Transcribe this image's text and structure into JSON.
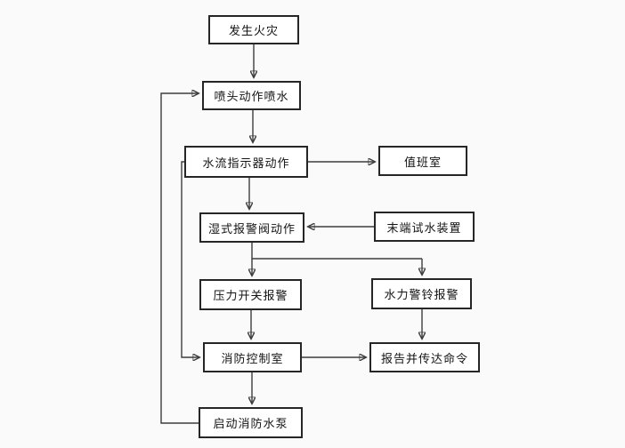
{
  "diagram": {
    "type": "flowchart",
    "nodes": [
      {
        "id": "fire-occurs",
        "label": "发生火灾"
      },
      {
        "id": "sprinkler-sprays",
        "label": "喷头动作喷水"
      },
      {
        "id": "flow-indicator",
        "label": "水流指示器动作"
      },
      {
        "id": "duty-room",
        "label": "值班室"
      },
      {
        "id": "wet-alarm-valve",
        "label": "湿式报警阀动作"
      },
      {
        "id": "end-test-device",
        "label": "末端试水装置"
      },
      {
        "id": "pressure-switch",
        "label": "压力开关报警"
      },
      {
        "id": "hydraulic-bell",
        "label": "水力警铃报警"
      },
      {
        "id": "fire-control-room",
        "label": "消防控制室"
      },
      {
        "id": "report-command",
        "label": "报告并传达命令"
      },
      {
        "id": "start-fire-pump",
        "label": "启动消防水泵"
      }
    ],
    "edges": [
      {
        "from": "fire-occurs",
        "to": "sprinkler-sprays"
      },
      {
        "from": "sprinkler-sprays",
        "to": "flow-indicator"
      },
      {
        "from": "flow-indicator",
        "to": "duty-room"
      },
      {
        "from": "flow-indicator",
        "to": "wet-alarm-valve"
      },
      {
        "from": "end-test-device",
        "to": "wet-alarm-valve"
      },
      {
        "from": "wet-alarm-valve",
        "to": "pressure-switch"
      },
      {
        "from": "wet-alarm-valve",
        "to": "hydraulic-bell"
      },
      {
        "from": "pressure-switch",
        "to": "fire-control-room"
      },
      {
        "from": "hydraulic-bell",
        "to": "report-command"
      },
      {
        "from": "fire-control-room",
        "to": "report-command"
      },
      {
        "from": "fire-control-room",
        "to": "start-fire-pump"
      },
      {
        "from": "start-fire-pump",
        "to": "sprinkler-sprays"
      },
      {
        "from": "flow-indicator",
        "to": "fire-control-room"
      }
    ],
    "colors": {
      "background": "#fafafa",
      "box_fill": "#ffffff",
      "box_border": "#262626",
      "text": "#141414",
      "line": "#3c3c3c"
    }
  }
}
